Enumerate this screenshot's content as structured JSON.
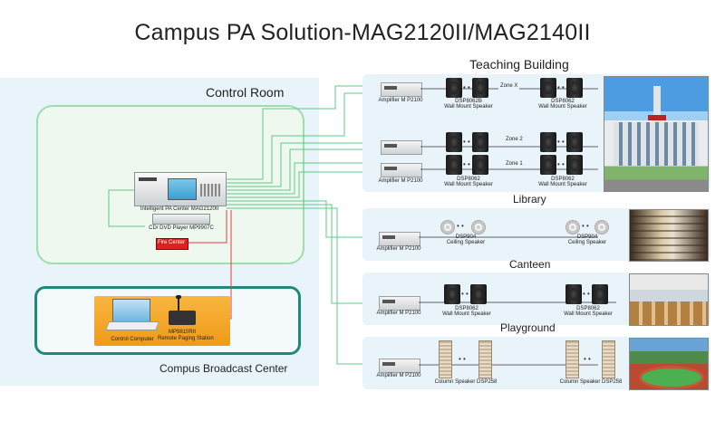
{
  "title": "Campus PA Solution-MAG2120II/MAG2140II",
  "control_room": {
    "title": "Control Room",
    "pa_center_label": "Intelligent PA Center MAG2120II",
    "cd_player_label": "CD/ DVD Player MP9907C",
    "fire_center_label": "Fire Center",
    "fire_color": "#e02020"
  },
  "broadcast_center": {
    "title": "Compus Broadcast Center",
    "computer_label": "Control Computer",
    "paging_model": "MP9810RII",
    "paging_label": "Remote Paging Station"
  },
  "teaching_building": {
    "title": "Teaching Building",
    "amplifier_label": "Amplifier M P2100",
    "zone_x": "Zone X",
    "zone_2": "Zone 2",
    "zone_1": "Zone 1",
    "spk_model_a": "DSP8062B",
    "spk_model": "DSP8062",
    "spk_type": "Wall Mount Speaker",
    "dots": "• •"
  },
  "library": {
    "title": "Library",
    "amplifier_label": "Amplifier M P2100",
    "spk_model": "DSP904",
    "spk_type": "Ceiling Speaker"
  },
  "canteen": {
    "title": "Canteen",
    "amplifier_label": "Amplifier M P2100",
    "spk_model": "DSP8062",
    "spk_type": "Wall Mount Speaker"
  },
  "playground": {
    "title": "Playground",
    "amplifier_label": "Amplifier M P2100",
    "spk_label": "Column Speaker DSP258"
  },
  "colors": {
    "panel": "#e9f3fa",
    "green_line": "#5fc98a",
    "teal_border": "#1f8a7a",
    "red_line": "#e04040",
    "orange": "#f5a524"
  }
}
